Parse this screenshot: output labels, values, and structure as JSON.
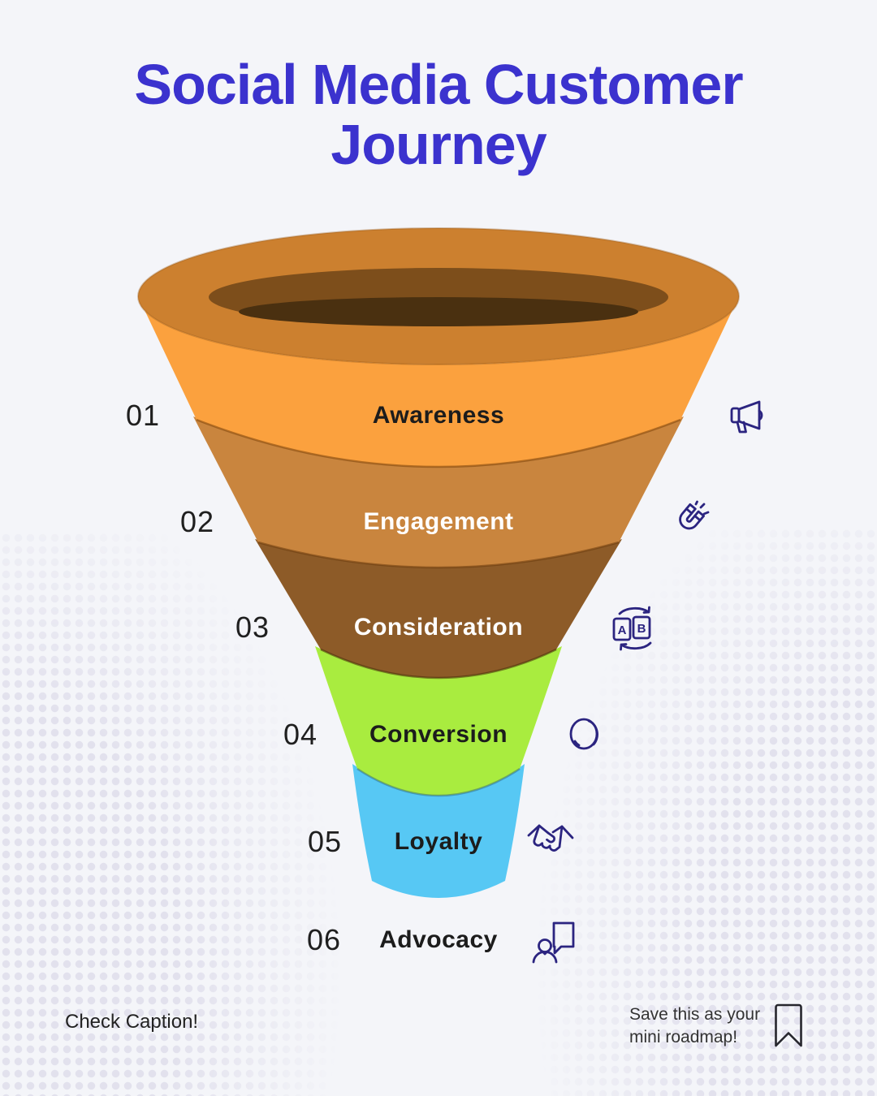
{
  "title": "Social Media Customer Journey",
  "title_color": "#3B32CE",
  "funnel": {
    "rim": {
      "top": "#CC802F",
      "ring": "#7D4E1B",
      "hole": "#4A3010"
    },
    "stages": [
      {
        "number": "01",
        "label": "Awareness",
        "icon": "megaphone-icon",
        "band_color": "#FBA13E",
        "label_color": "#1C1C1C"
      },
      {
        "number": "02",
        "label": "Engagement",
        "icon": "magnet-icon",
        "band_color": "#C9853E",
        "label_color": "#FFFFFF"
      },
      {
        "number": "03",
        "label": "Consideration",
        "icon": "ab-test-icon",
        "band_color": "#8D5B28",
        "label_color": "#FFFFFF"
      },
      {
        "number": "04",
        "label": "Conversion",
        "icon": "coin-icon",
        "band_color": "#A9EC3F",
        "label_color": "#1C1C1C"
      },
      {
        "number": "05",
        "label": "Loyalty",
        "icon": "handshake-icon",
        "band_color": "#57C8F4",
        "label_color": "#1C1C1C"
      },
      {
        "number": "06",
        "label": "Advocacy",
        "icon": "testimonial-icon",
        "band_color": null,
        "label_color": "#1C1C1C"
      }
    ]
  },
  "icons": {
    "color": "#2B2480",
    "ab_letters": [
      "A",
      "B"
    ]
  },
  "footer": {
    "left_note": "Check Caption!",
    "right_note_line1": "Save this as your",
    "right_note_line2": "mini roadmap!",
    "bookmark_icon": "bookmark"
  }
}
